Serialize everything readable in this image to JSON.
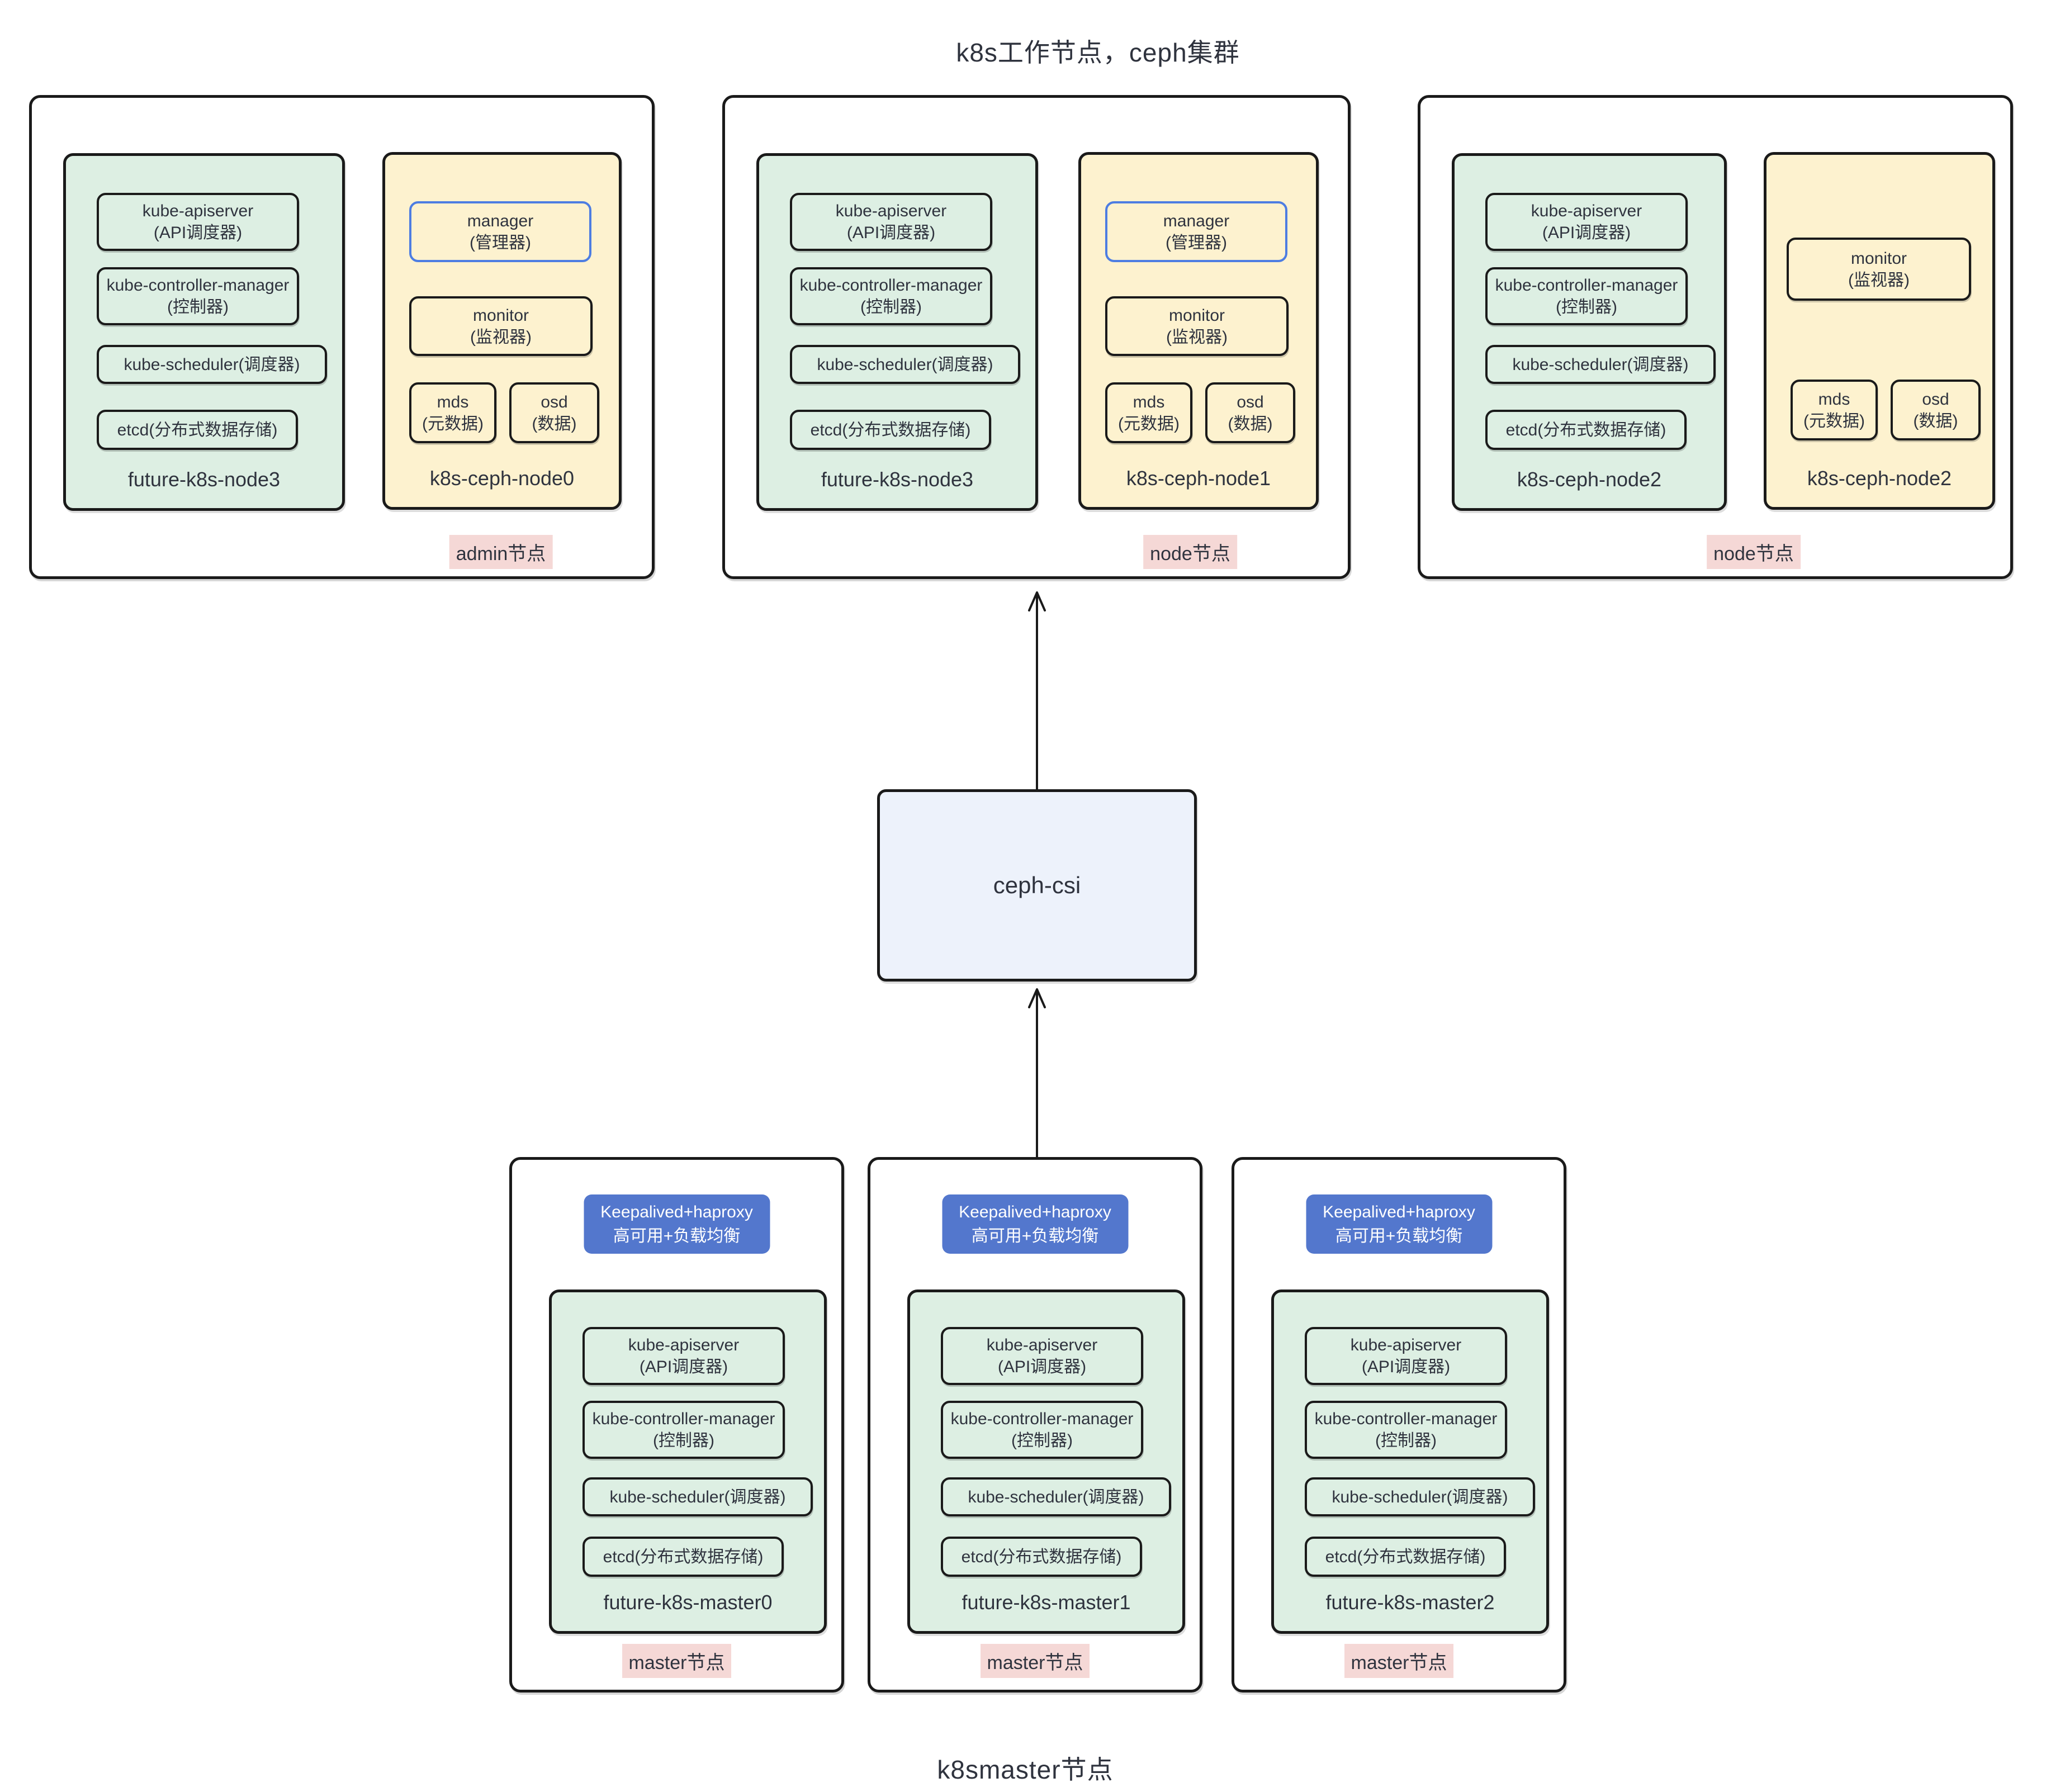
{
  "page": {
    "title_top": "k8s工作节点，ceph集群",
    "title_bottom": "k8smaster节点"
  },
  "colors": {
    "green": "#ddefe3",
    "yellow": "#fdf2cf",
    "blue": "#5377cd",
    "pink": "#f5d8d6",
    "csi": "#edf2fb",
    "border": "#1a1a1a",
    "manager-border": "#4d7de2",
    "text": "#2f333e"
  },
  "kube_items": {
    "apiserver_l1": "kube-apiserver",
    "apiserver_l2": "(API调度器)",
    "controller_l1": "kube-controller-manager",
    "controller_l2": "(控制器)",
    "scheduler": "kube-scheduler(调度器)",
    "etcd": "etcd(分布式数据存储)"
  },
  "ceph_items": {
    "manager_l1": "manager",
    "manager_l2": "(管理器)",
    "monitor_l1": "monitor",
    "monitor_l2": "(监视器)",
    "mds_l1": "mds",
    "mds_l2": "(元数据)",
    "osd_l1": "osd",
    "osd_l2": "(数据)"
  },
  "workers": [
    {
      "kube_name": "future-k8s-node3",
      "ceph_name": "k8s-ceph-node0",
      "badge": "admin节点"
    },
    {
      "kube_name": "future-k8s-node3",
      "ceph_name": "k8s-ceph-node1",
      "badge": "node节点"
    },
    {
      "kube_name": "k8s-ceph-node2",
      "ceph_name": "k8s-ceph-node2",
      "badge": "node节点"
    }
  ],
  "masters": [
    {
      "lb_l1": "Keepalived+haproxy",
      "lb_l2": "高可用+负载均衡",
      "kube_name": "future-k8s-master0",
      "badge": "master节点"
    },
    {
      "lb_l1": "Keepalived+haproxy",
      "lb_l2": "高可用+负载均衡",
      "kube_name": "future-k8s-master1",
      "badge": "master节点"
    },
    {
      "lb_l1": "Keepalived+haproxy",
      "lb_l2": "高可用+负载均衡",
      "kube_name": "future-k8s-master2",
      "badge": "master节点"
    }
  ],
  "csi": {
    "label": "ceph-csi"
  }
}
